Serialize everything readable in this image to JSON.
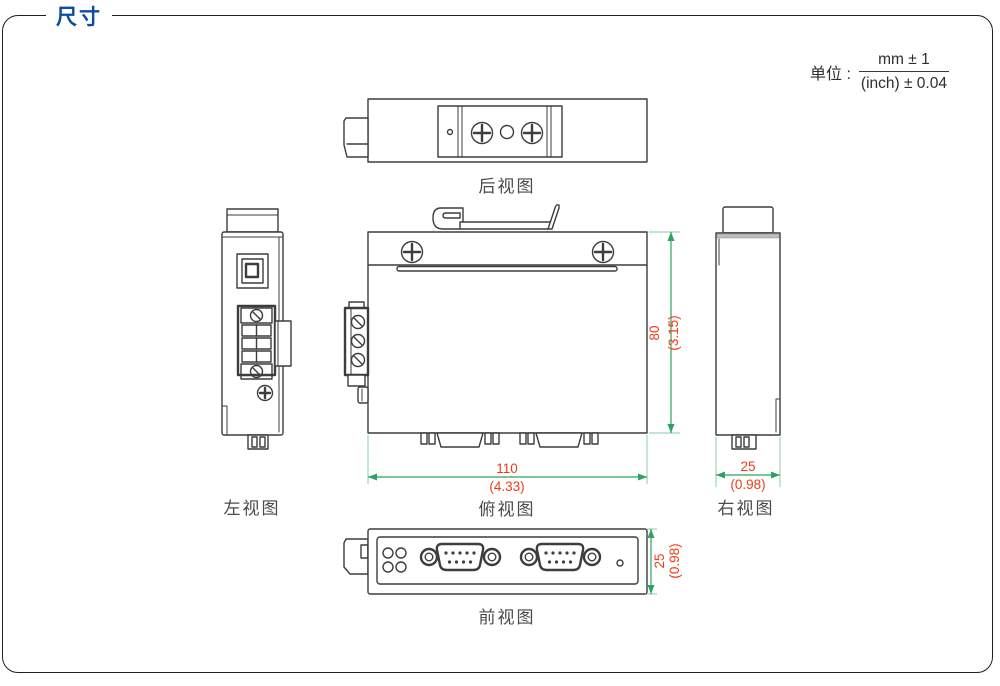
{
  "header": {
    "title": "尺寸"
  },
  "units": {
    "prefix": "单位 :",
    "numerator": "mm ± 1",
    "denominator": "(inch) ± 0.04"
  },
  "views": {
    "rear": {
      "label": "后视图"
    },
    "left": {
      "label": "左视图"
    },
    "top": {
      "label": "俯视图"
    },
    "right": {
      "label": "右视图"
    },
    "front": {
      "label": "前视图"
    }
  },
  "dims": {
    "width": {
      "mm": "110",
      "inch": "(4.33)"
    },
    "height": {
      "mm": "80",
      "inch": "(3.15)"
    },
    "depth": {
      "mm": "25",
      "inch": "(0.98)"
    },
    "front_height": {
      "mm": "25",
      "inch": "(0.98)"
    }
  },
  "colors": {
    "title_blue": "#0c4da2",
    "dim_text_red": "#f23b16",
    "dim_line_green": "#2ba361",
    "drawing_ink": "#3d3d3d",
    "label_gray": "#4a4a4a",
    "frame_border": "#1f1f1f"
  }
}
